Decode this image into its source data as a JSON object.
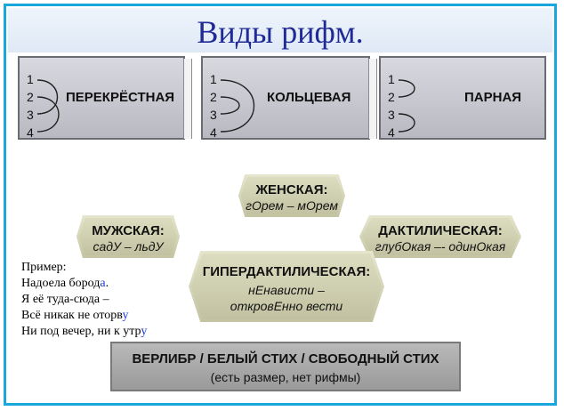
{
  "title": "Виды рифм.",
  "schemes": [
    {
      "numbers": [
        "1",
        "2",
        "3",
        "4"
      ],
      "label": "ПЕРЕКРЁСТНАЯ"
    },
    {
      "numbers": [
        "1",
        "2",
        "3",
        "4"
      ],
      "label": "КОЛЬЦЕВАЯ"
    },
    {
      "numbers": [
        "1",
        "2",
        "3",
        "4"
      ],
      "label": "ПАРНАЯ"
    }
  ],
  "rhymes": {
    "female": {
      "label": "ЖЕНСКАЯ:",
      "example": "гОрем – мОрем"
    },
    "male": {
      "label": "МУЖСКАЯ:",
      "example": "садУ – льдУ"
    },
    "dactylic": {
      "label": "ДАКТИЛИЧЕСКАЯ:",
      "example": "глубОкая –- одинОкая"
    },
    "hyperdactylic": {
      "label": "ГИПЕРДАКТИЛИЧЕСКАЯ:",
      "example_line1": "нЕнависти –",
      "example_line2": "откровЕнно вести"
    }
  },
  "example": {
    "heading": "Пример:",
    "lines": [
      {
        "pre": "Надоела бород",
        "hl": "а",
        "post": "."
      },
      {
        "pre": "Я её туда-сюда –",
        "hl": "",
        "post": ""
      },
      {
        "pre": "Всё никак не оторв",
        "hl": "у",
        "post": ""
      },
      {
        "pre": "Ни под вечер, ни к утр",
        "hl": "у",
        "post": ""
      }
    ]
  },
  "verlibr": {
    "label": "ВЕРЛИБР / БЕЛЫЙ СТИХ / СВОБОДНЫЙ СТИХ",
    "sub": "(есть размер, нет рифмы)"
  }
}
